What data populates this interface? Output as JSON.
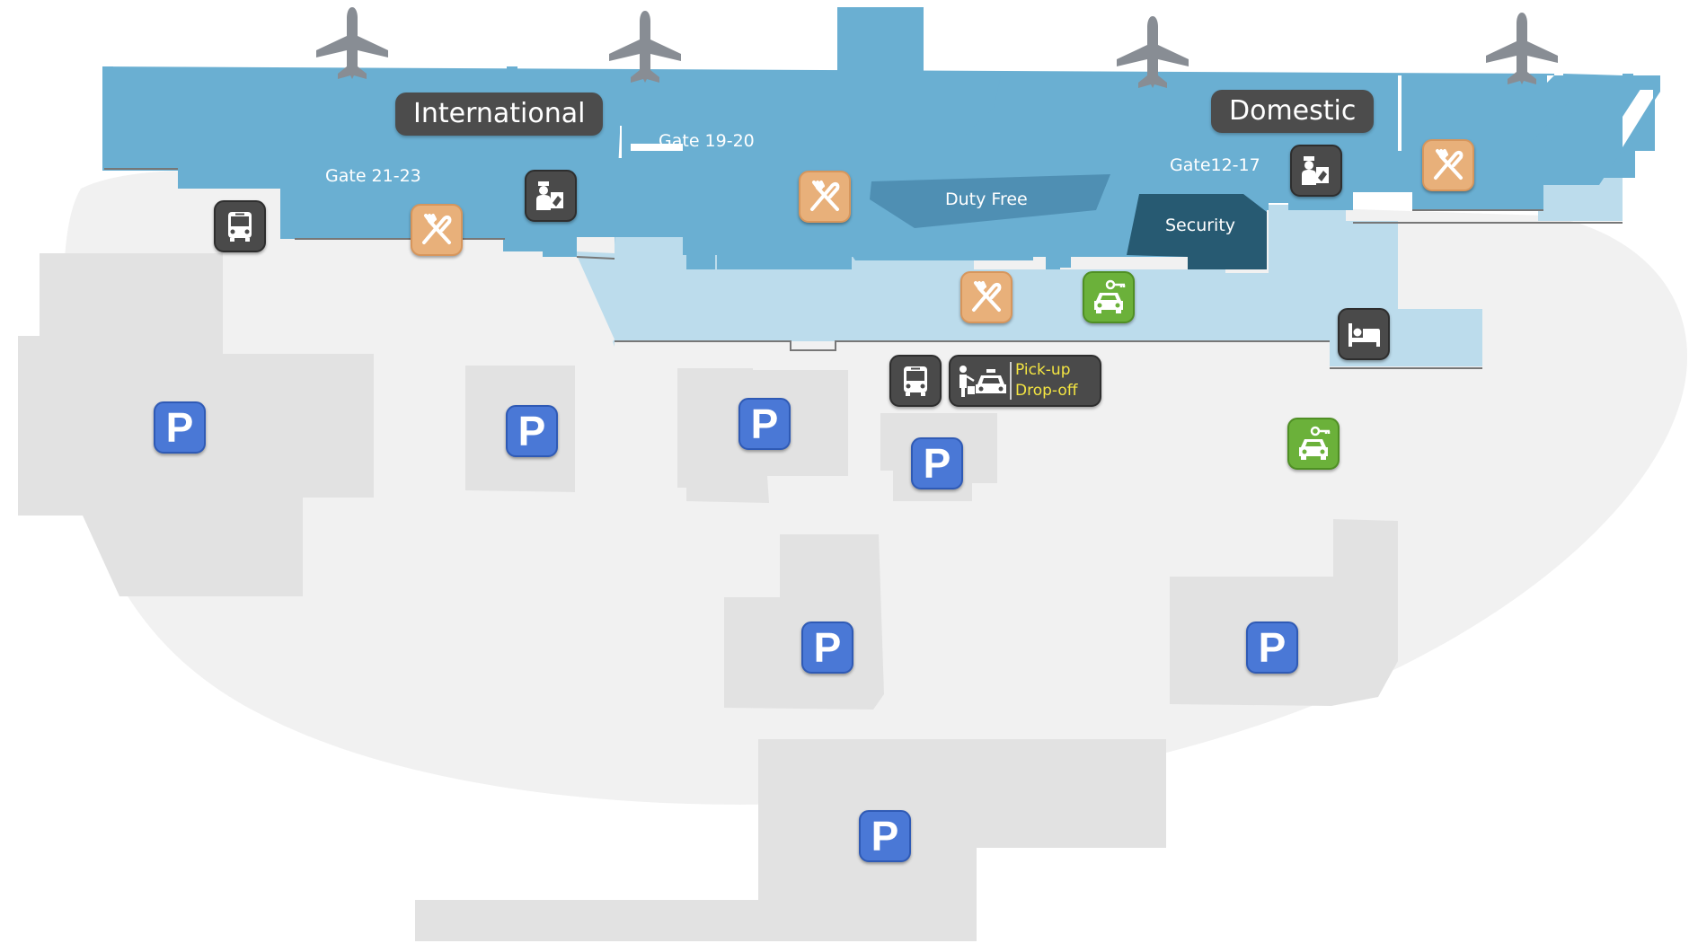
{
  "terminals": {
    "international": "International",
    "domestic": "Domestic"
  },
  "gates": {
    "gate_21_23": "Gate 21-23",
    "gate_19_20": "Gate 19-20",
    "gate_12_17": "Gate12-17"
  },
  "areas": {
    "duty_free": "Duty Free",
    "security": "Security"
  },
  "pickup_dropoff": {
    "line1": "Pick-up",
    "line2": "Drop-off"
  },
  "parking": {
    "symbol": "P"
  },
  "icons": {
    "airplane": "airplane-icon",
    "bus": "bus-icon",
    "restaurant": "fork-knife-icon",
    "immigration": "passport-control-icon",
    "car_rental": "car-rental-icon",
    "hotel": "bed-icon",
    "parking": "parking-icon",
    "taxi": "taxi-icon"
  },
  "colors": {
    "building": "#6aafd2",
    "building_light": "#bcdcec",
    "duty_free": "#4f8fb3",
    "security": "#275a72",
    "grounds": "#f1f1f1",
    "lots": "#e2e2e2",
    "restaurant": "#e8b07a",
    "car_rental": "#6bb13a",
    "parking": "#4a78d6",
    "service": "#4a4a4a",
    "pickup_text": "#f4e542"
  }
}
